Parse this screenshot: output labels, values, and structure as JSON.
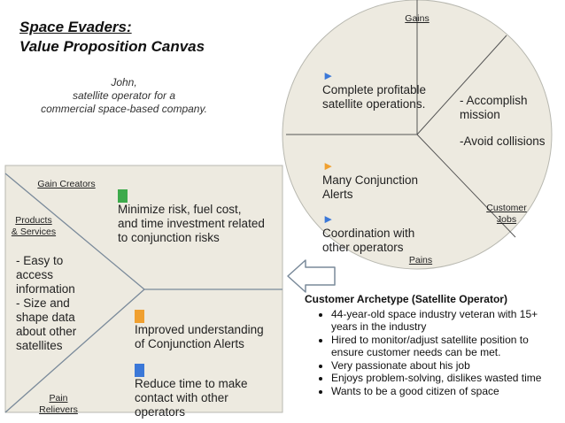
{
  "header": {
    "title_line1": "Space Evaders:",
    "title_line2": "Value Proposition Canvas"
  },
  "persona": {
    "line1": "John,",
    "line2": "satellite operator for a",
    "line3": "commercial space-based company."
  },
  "customer_profile": {
    "gains_label": "Gains",
    "jobs_label_line1": "Customer",
    "jobs_label_line2": "Jobs",
    "pains_label": "Pains",
    "gains_text_line1": "Complete profitable",
    "gains_text_line2": "satellite operations.",
    "jobs_text_line1": "- Accomplish",
    "jobs_text_line2": "mission",
    "jobs_text_line3": "-Avoid collisions",
    "pains_item1_line1": "Many Conjunction",
    "pains_item1_line2": "Alerts",
    "pains_item2_line1": "Coordination with",
    "pains_item2_line2": "other operators"
  },
  "value_map": {
    "gain_creators_label": "Gain Creators",
    "products_label_line1": "Products",
    "products_label_line2": "& Services",
    "pain_relievers_label_line1": "Pain",
    "pain_relievers_label_line2": "Relievers",
    "gain_creators_text_line1": "Minimize risk, fuel cost,",
    "gain_creators_text_line2": "and time investment related",
    "gain_creators_text_line3": "to conjunction risks",
    "products_text": [
      "- Easy to",
      "access",
      "information",
      "- Size and",
      "shape data",
      "about other",
      "satellites"
    ],
    "pain_item1_line1": "Improved understanding",
    "pain_item1_line2": "of Conjunction Alerts",
    "pain_item2_line1": "Reduce time to make",
    "pain_item2_line2": "contact with other",
    "pain_item2_line3": "operators"
  },
  "archetype": {
    "heading": "Customer Archetype (Satellite Operator)",
    "bullets": [
      {
        "line1": "44-year-old space industry veteran with 15+",
        "line2": "years in the industry"
      },
      {
        "line1": "Hired to monitor/adjust satellite position to",
        "line2": "ensure customer needs can be met."
      },
      {
        "line1": "Very passionate about his job",
        "line2": ""
      },
      {
        "line1": "Enjoys problem-solving, dislikes wasted time",
        "line2": ""
      },
      {
        "line1": "Wants to be a good citizen of space",
        "line2": ""
      }
    ]
  },
  "colors": {
    "canvas_fill": "#edeae0",
    "outline": "#7a8a9a",
    "green": "#3daa4b",
    "orange": "#f0a030",
    "blue": "#3b78d8"
  }
}
